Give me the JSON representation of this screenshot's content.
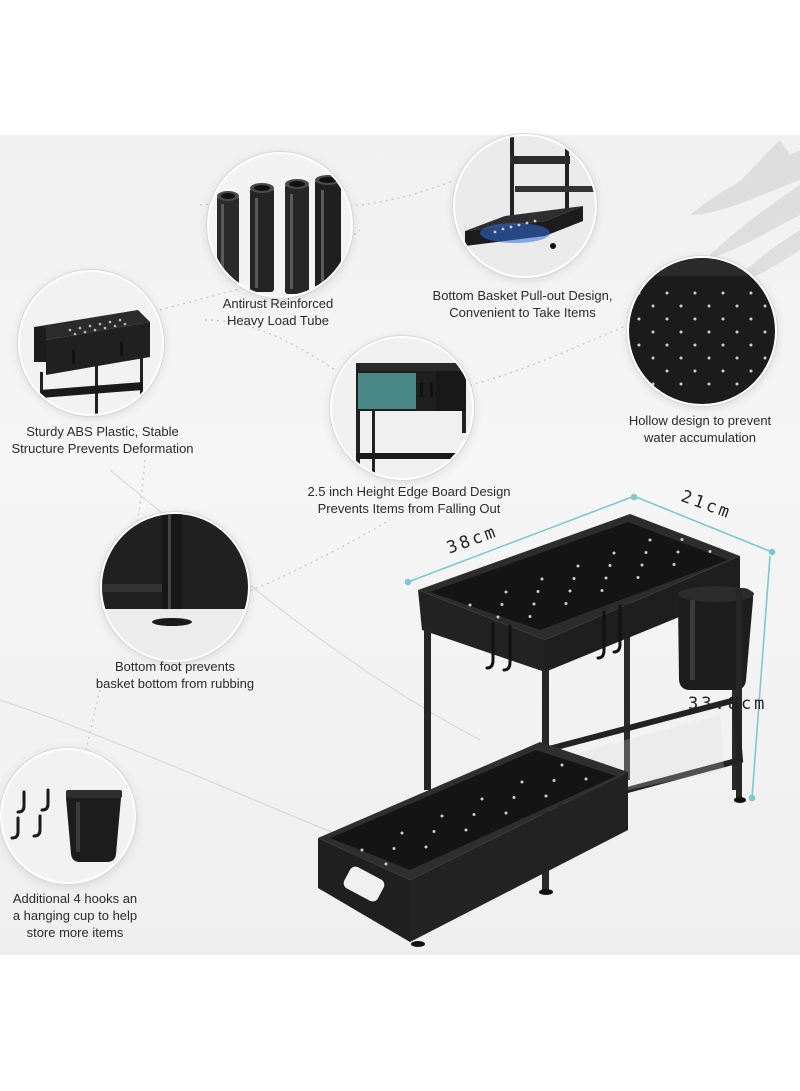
{
  "features": {
    "tube": [
      "Antirust Reinforced",
      "Heavy Load Tube"
    ],
    "pullout": [
      "Bottom Basket Pull-out Design,",
      "Convenient to Take Items"
    ],
    "abs": [
      "Sturdy ABS Plastic, Stable",
      "Structure Prevents Deformation"
    ],
    "hollow": [
      "Hollow design to prevent",
      "water accumulation"
    ],
    "edge": [
      "2.5 inch Height Edge Board Design",
      "Prevents Items from Falling Out"
    ],
    "foot": [
      "Bottom foot prevents",
      "basket bottom from rubbing"
    ],
    "hooks": [
      "Additional 4 hooks an",
      "a hanging cup to help",
      "store more items"
    ]
  },
  "dimensions": {
    "length": "38cm",
    "width": "21cm",
    "height": "33.8cm"
  },
  "colors": {
    "product": "#1c1c1c",
    "dimension_line": "#7fc8cf",
    "connector": "#9acfd4",
    "background": "#f2f2f2"
  },
  "icons": [
    "tube-icon",
    "pullout-icon",
    "shelf-icon",
    "hollow-icon",
    "edge-board-icon",
    "foot-icon",
    "hooks-cup-icon"
  ]
}
